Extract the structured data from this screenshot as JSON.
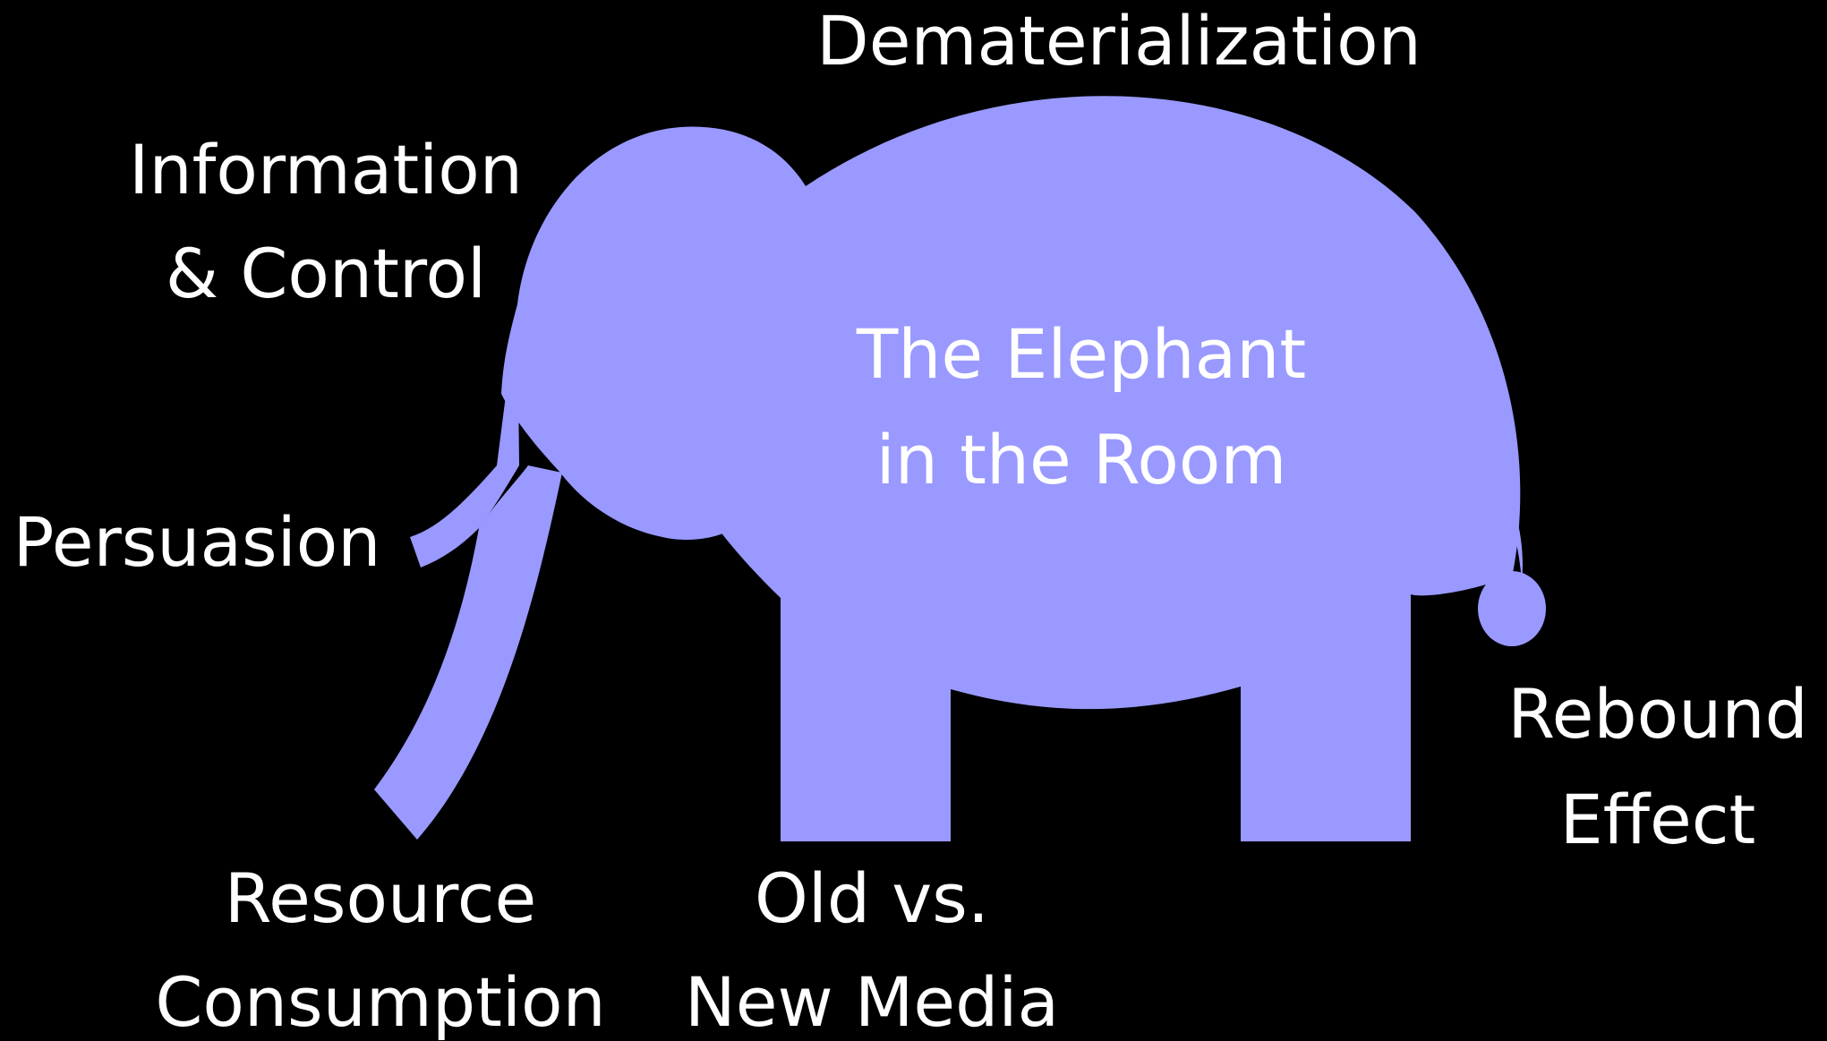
{
  "colors": {
    "background": "#000000",
    "elephant": "#9999ff",
    "text": "#ffffff"
  },
  "elephant": {
    "line1": "The Elephant",
    "line2": "in the Room"
  },
  "labels": {
    "dematerialization": "Dematerialization",
    "information_control_1": "Information",
    "information_control_2": "& Control",
    "persuasion": "Persuasion",
    "rebound_effect_1": "Rebound",
    "rebound_effect_2": "Effect",
    "resource_consumption_1": "Resource",
    "resource_consumption_2": "Consumption",
    "old_new_media_1": "Old vs.",
    "old_new_media_2": "New Media"
  }
}
